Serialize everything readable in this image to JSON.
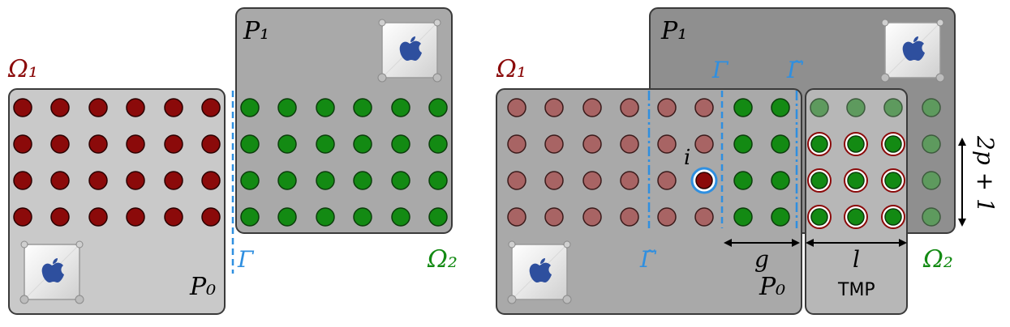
{
  "colors": {
    "omega1": "#8b0a0a",
    "omega2": "#138a13",
    "gamma": "#2f8fe0",
    "panel_light": "#c9c9c9",
    "panel_mid": "#a9a9a9",
    "panel_dark": "#8f8f8f",
    "stroke": "#3a3a3a"
  },
  "left": {
    "omega1": "Ω₁",
    "omega2": "Ω₂",
    "p0": "P₀",
    "p1": "P₁",
    "gamma": "Γ",
    "computer0": "computer-icon",
    "computer1": "computer-icon"
  },
  "right": {
    "omega1": "Ω₁",
    "omega2": "Ω₂",
    "p0": "P₀",
    "p1": "P₁",
    "gamma": "Γ",
    "gamma_tilde_top": "Γ̃",
    "gamma_tilde_bottom": "Γ̃",
    "i_label": "i",
    "g_label": "g",
    "l_label": "l",
    "tmp_label": "TMP",
    "height_label": "2p + 1",
    "computer0": "computer-icon",
    "computer1": "computer-icon"
  }
}
